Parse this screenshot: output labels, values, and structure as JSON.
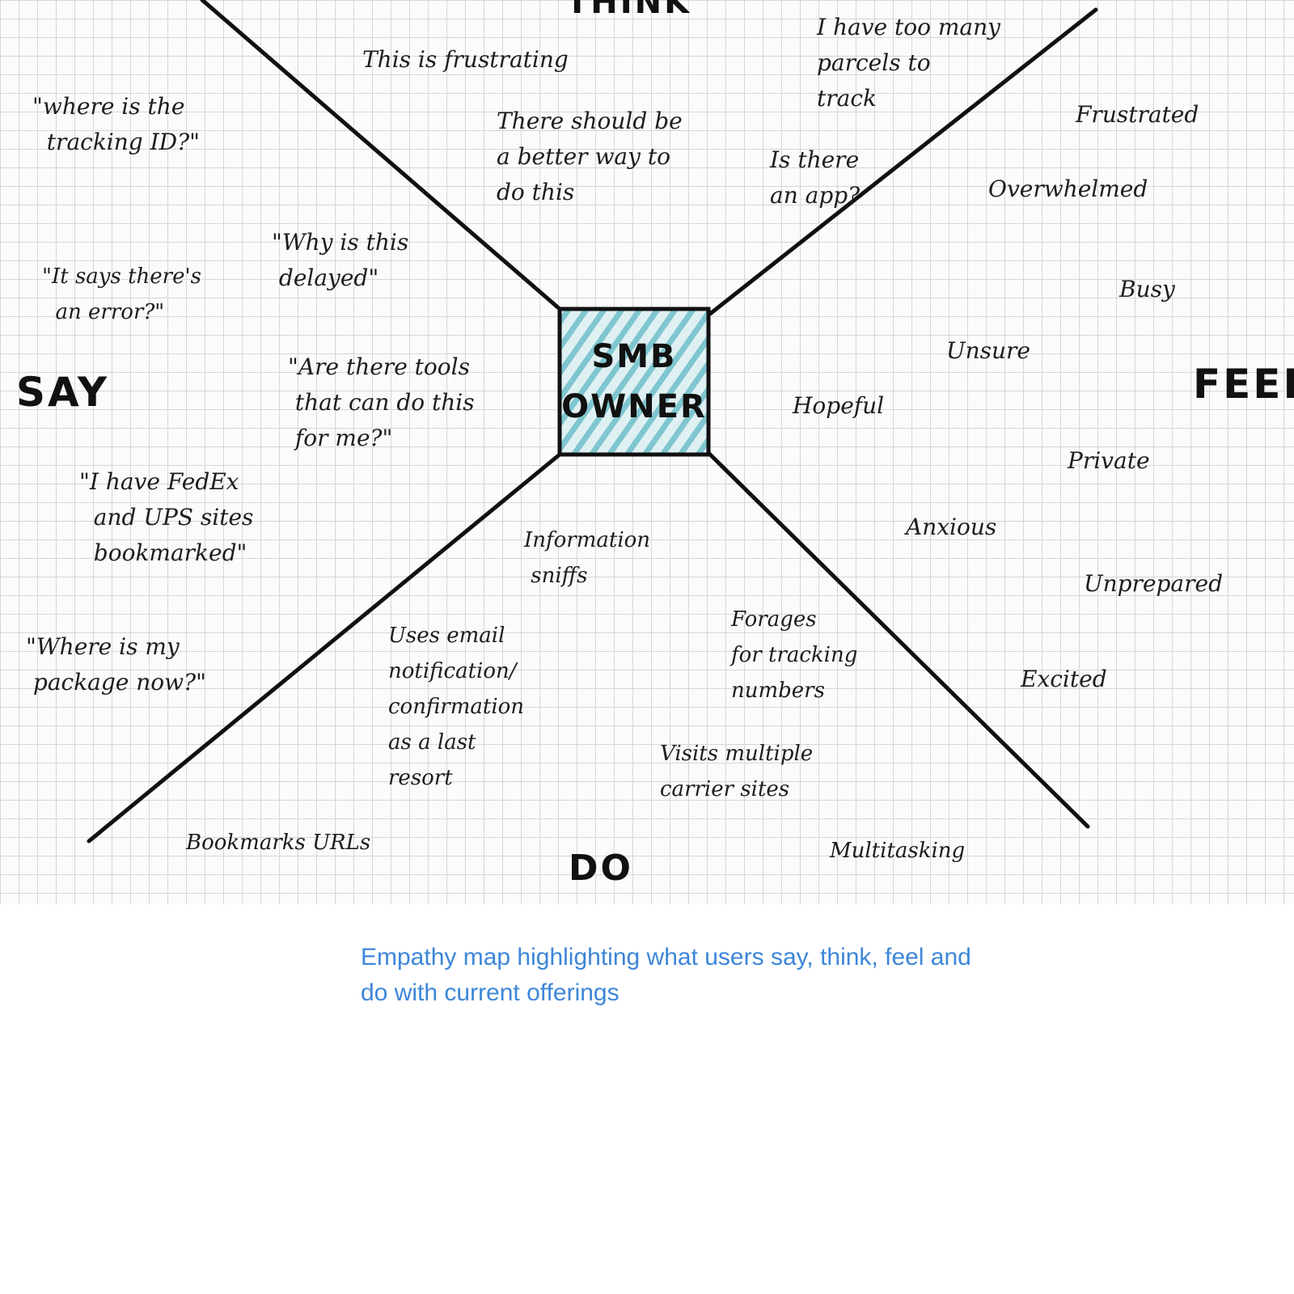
{
  "empathy_map": {
    "center": {
      "line1": "SMB",
      "line2": "OWNER"
    },
    "quadrants": {
      "say": "SAY",
      "think": "THINK",
      "feel": "FEEL",
      "do": "DO"
    },
    "say_notes": [
      "\"where is the\n  tracking ID?\"",
      "\"It says there's\n  an error?\"",
      "\"Why is this\n delayed\"",
      "\"Are there tools\n that can do this\n for me?\"",
      "\"I have FedEx\n  and UPS sites\n  bookmarked\"",
      "\"Where is my\n package now?\""
    ],
    "think_notes": [
      "This is frustrating",
      "There should be\na better way to\ndo this",
      "I have too many\nparcels to\ntrack",
      "Is there\nan app?"
    ],
    "feel_notes": [
      "Frustrated",
      "Overwhelmed",
      "Busy",
      "Unsure",
      "Hopeful",
      "Private",
      "Anxious",
      "Unprepared",
      "Excited"
    ],
    "do_notes": [
      "Information\n sniffs",
      "Uses email\nnotification/\nconfirmation\nas a last\nresort",
      "Forages\nfor tracking\nnumbers",
      "Visits multiple\ncarrier sites",
      "Bookmarks URLs",
      "Multitasking"
    ]
  },
  "caption": "Empathy map highlighting what users say, think, feel and do with current offerings",
  "colors": {
    "caption": "#3d86d9",
    "center_fill": "#5fb8c4",
    "ink": "#111111"
  }
}
